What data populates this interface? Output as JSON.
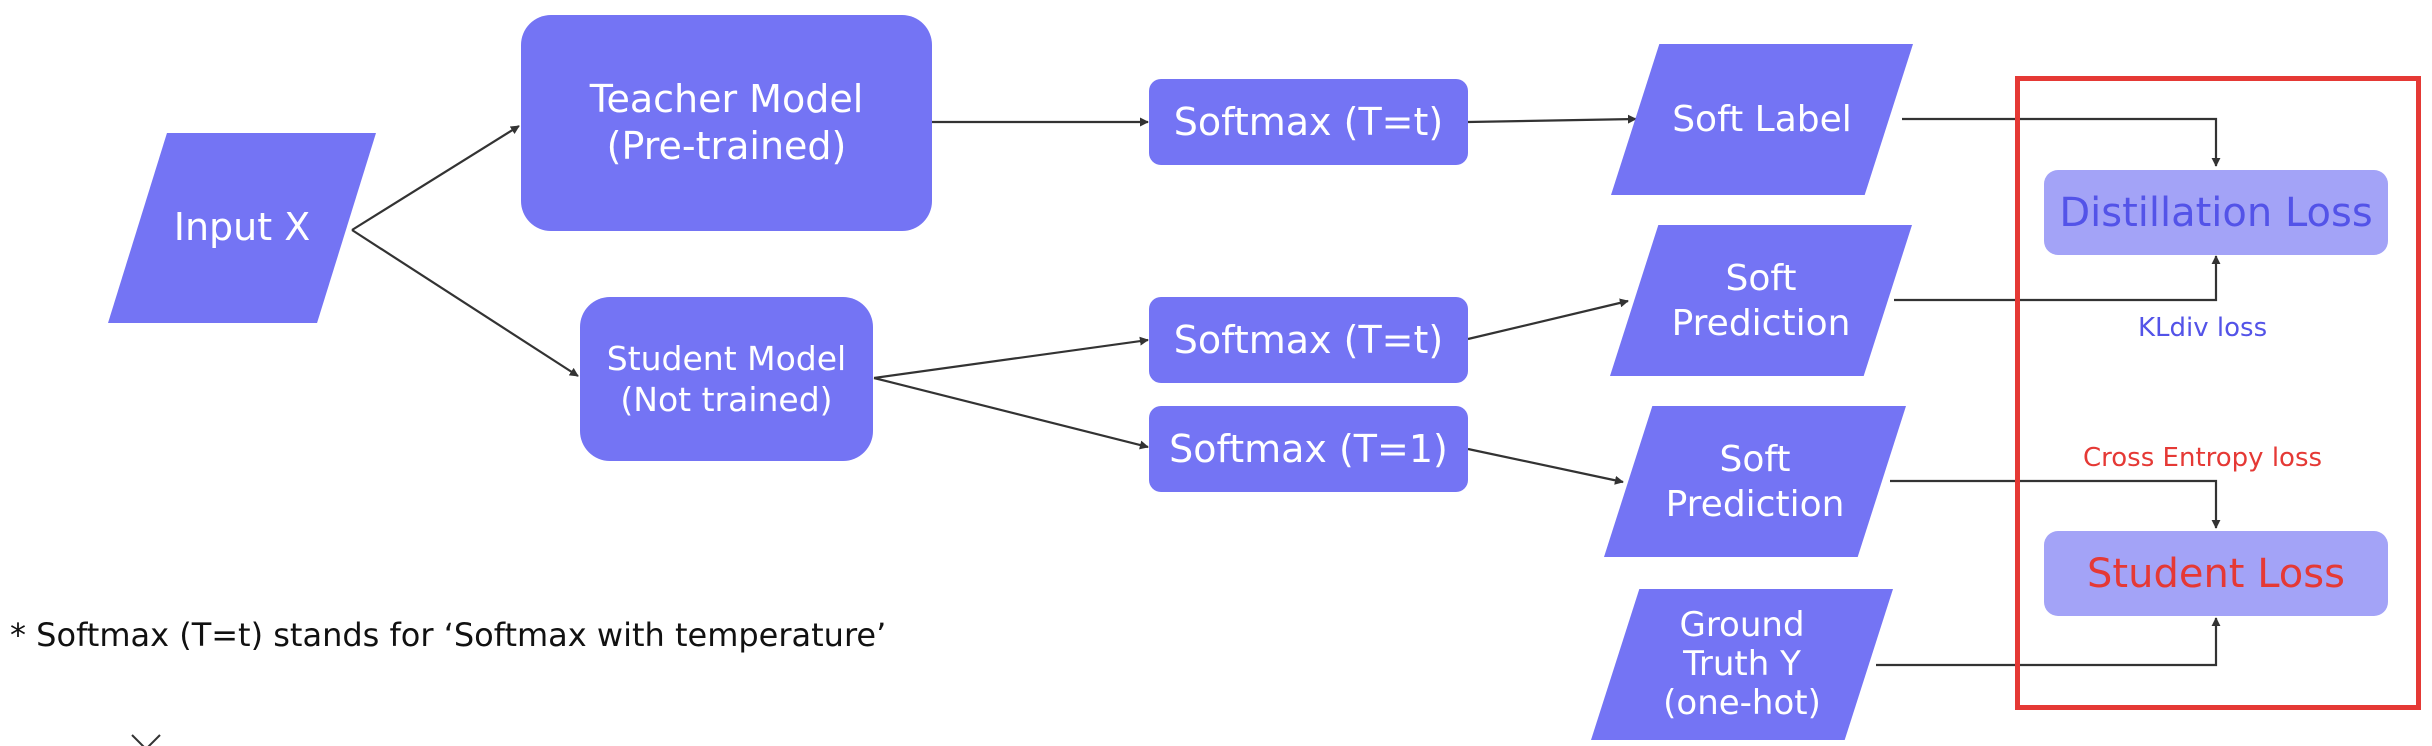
{
  "input": {
    "label": "Input X"
  },
  "teacher": {
    "label": "Teacher Model\n(Pre-trained)"
  },
  "student": {
    "label": "Student Model\n(Not trained)"
  },
  "softmax": {
    "teacher_t": "Softmax (T=t)",
    "student_t": "Softmax (T=t)",
    "student_1": "Softmax (T=1)"
  },
  "outputs": {
    "soft_label": "Soft Label",
    "soft_prediction_1": "Soft\nPrediction",
    "soft_prediction_2": "Soft\nPrediction",
    "ground_truth": "Ground\nTruth Y\n(one-hot)"
  },
  "losses": {
    "distillation": "Distillation Loss",
    "student": "Student Loss",
    "kldiv": "KLdiv loss",
    "cross_entropy": "Cross Entropy loss"
  },
  "footnote": "* Softmax (T=t) stands for ‘Softmax with temperature’",
  "colors": {
    "node": "#7474f4",
    "loss_box": "#a3a3f7",
    "distillation_text": "#5353e8",
    "student_loss_text": "#e53935",
    "frame": "#e53935",
    "arrow": "#333333"
  }
}
